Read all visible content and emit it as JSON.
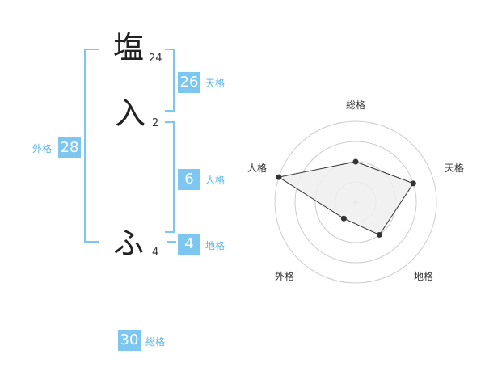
{
  "name": {
    "chars": [
      {
        "char": "塩",
        "strokes": "24"
      },
      {
        "char": "入",
        "strokes": "2"
      },
      {
        "char": "ふ",
        "strokes": "4"
      }
    ]
  },
  "fortunes": {
    "tenkaku": {
      "value": "26",
      "label": "天格"
    },
    "jinkaku": {
      "value": "6",
      "label": "人格"
    },
    "chikaku": {
      "value": "4",
      "label": "地格"
    },
    "gaikaku": {
      "value": "28",
      "label": "外格"
    },
    "soukaku": {
      "value": "30",
      "label": "総格"
    }
  },
  "chart_data": {
    "type": "radar",
    "axes": [
      "総格",
      "天格",
      "地格",
      "外格",
      "人格"
    ],
    "values": [
      2,
      3,
      2,
      1,
      4
    ],
    "rmax": 4,
    "rings": 4,
    "colors": {
      "fill": "#efefef",
      "line": "#333333",
      "ring": "#cccccc"
    }
  }
}
